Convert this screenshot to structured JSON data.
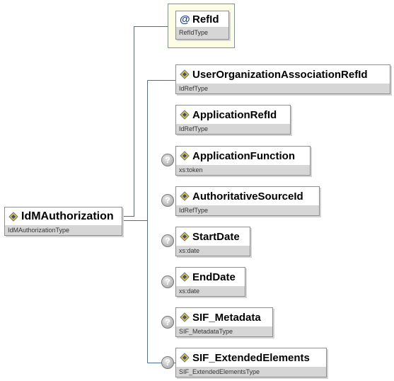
{
  "root": {
    "name": "IdMAuthorization",
    "type": "IdMAuthorizationType"
  },
  "attribute": {
    "name": "RefId",
    "type": "RefIdType",
    "icon": "at-sign-icon"
  },
  "elements": [
    {
      "name": "UserOrganizationAssociationRefId",
      "type": "IdRefType",
      "optional": false
    },
    {
      "name": "ApplicationRefId",
      "type": "IdRefType",
      "optional": false
    },
    {
      "name": "ApplicationFunction",
      "type": "xs:token",
      "optional": true
    },
    {
      "name": "AuthoritativeSourceId",
      "type": "IdRefType",
      "optional": true
    },
    {
      "name": "StartDate",
      "type": "xs:date",
      "optional": true
    },
    {
      "name": "EndDate",
      "type": "xs:date",
      "optional": true
    },
    {
      "name": "SIF_Metadata",
      "type": "SIF_MetadataType",
      "optional": true
    },
    {
      "name": "SIF_ExtendedElements",
      "type": "SIF_ExtendedElementsType",
      "optional": true
    }
  ],
  "colors": {
    "connector": "#4a6f94",
    "attribute_bg": "#fdfde6",
    "type_bar": "#d6d6d6",
    "border": "#8e8e8e"
  },
  "optional_marker": "?"
}
